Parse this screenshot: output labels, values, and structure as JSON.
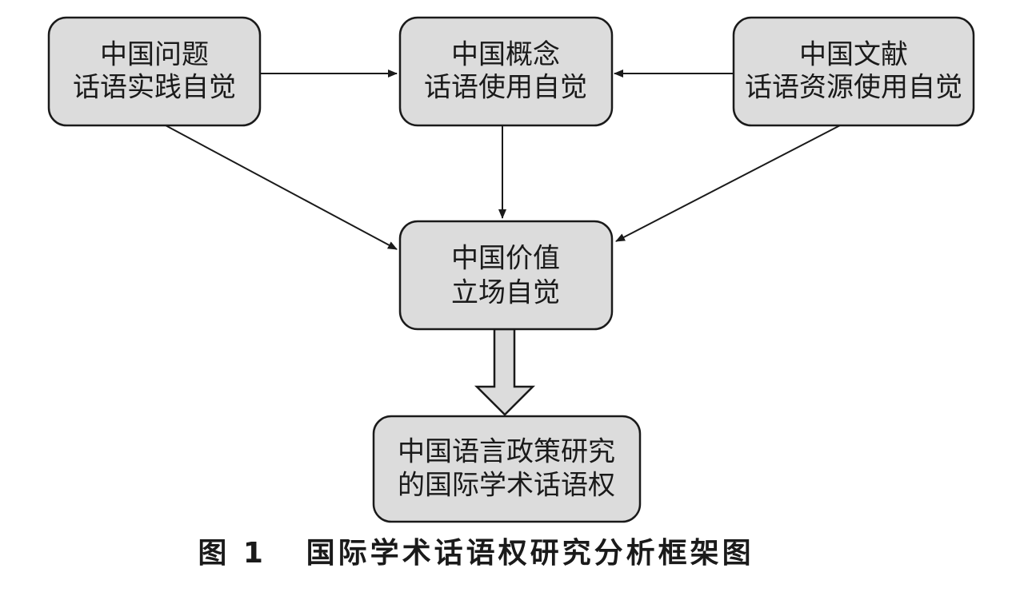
{
  "nodes": {
    "problem": {
      "line1": "中国问题",
      "line2": "话语实践自觉"
    },
    "concept": {
      "line1": "中国概念",
      "line2": "话语使用自觉"
    },
    "literature": {
      "line1": "中国文献",
      "line2": "话语资源使用自觉"
    },
    "value": {
      "line1": "中国价值",
      "line2": "立场自觉"
    },
    "discourse_power": {
      "line1": "中国语言政策研究",
      "line2": "的国际学术话语权"
    }
  },
  "edges": [
    {
      "from": "problem",
      "to": "concept"
    },
    {
      "from": "literature",
      "to": "concept"
    },
    {
      "from": "problem",
      "to": "value"
    },
    {
      "from": "concept",
      "to": "value"
    },
    {
      "from": "literature",
      "to": "value"
    },
    {
      "from": "value",
      "to": "discourse_power",
      "style": "block-arrow"
    }
  ],
  "caption": {
    "label": "图 1",
    "title": "国际学术话语权研究分析框架图"
  },
  "colors": {
    "box_fill": "#dcdcdc",
    "stroke": "#1a1a1a",
    "background": "#ffffff"
  }
}
